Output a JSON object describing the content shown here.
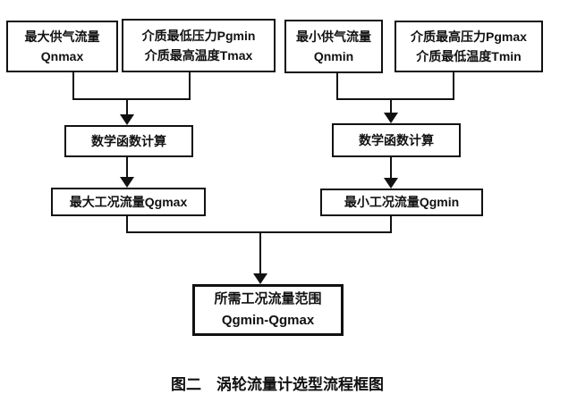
{
  "figure": {
    "caption": "图二　涡轮流量计选型流程框图"
  },
  "nodes": {
    "qnmax": {
      "line1": "最大供气流量",
      "line2": "Qnmax"
    },
    "pgmin_tmax": {
      "line1": "介质最低压力Pgmin",
      "line2": "介质最高温度Tmax"
    },
    "qnmin": {
      "line1": "最小供气流量",
      "line2": "Qnmin"
    },
    "pgmax_tmin": {
      "line1": "介质最高压力Pgmax",
      "line2": "介质最低温度Tmin"
    },
    "calc_left": {
      "label": "数学函数计算"
    },
    "calc_right": {
      "label": "数学函数计算"
    },
    "qgmax": {
      "label": "最大工况流量Qgmax"
    },
    "qgmin": {
      "label": "最小工况流量Qgmin"
    },
    "result": {
      "line1": "所需工况流量范围",
      "line2": "Qgmin-Qgmax"
    }
  },
  "edges": [
    [
      "qnmax",
      "calc_left"
    ],
    [
      "pgmin_tmax",
      "calc_left"
    ],
    [
      "calc_left",
      "qgmax"
    ],
    [
      "qnmin",
      "calc_right"
    ],
    [
      "pgmax_tmin",
      "calc_right"
    ],
    [
      "calc_right",
      "qgmin"
    ],
    [
      "qgmax",
      "result"
    ],
    [
      "qgmin",
      "result"
    ]
  ],
  "colors": {
    "line": "#111111",
    "background": "#ffffff",
    "text": "#111111"
  }
}
